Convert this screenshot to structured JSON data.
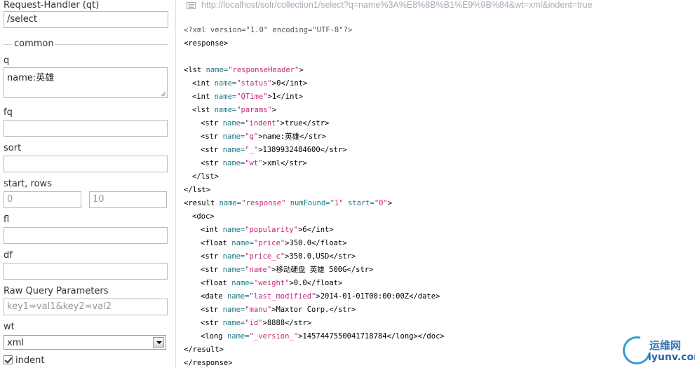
{
  "form": {
    "request_handler_label": "Request-Handler (qt)",
    "request_handler_value": "/select",
    "common_legend": "common",
    "q_label": "q",
    "q_value": "name:英雄",
    "fq_label": "fq",
    "fq_value": "",
    "sort_label": "sort",
    "sort_value": "",
    "start_rows_label": "start, rows",
    "start_placeholder": "0",
    "rows_placeholder": "10",
    "fl_label": "fl",
    "fl_value": "",
    "df_label": "df",
    "df_value": "",
    "raw_params_label": "Raw Query Parameters",
    "raw_params_placeholder": "key1=val1&key2=val2",
    "wt_label": "wt",
    "wt_value": "xml",
    "indent_label": "indent",
    "indent_checked": true
  },
  "result": {
    "url": "http://localhost/solr/collection1/select?q=name%3A%E8%8B%B1%E9%9B%84&wt=xml&indent=true",
    "xml_lines": [
      {
        "indent": 0,
        "parts": [
          [
            "pi",
            "<?xml version=\"1.0\" encoding=\"UTF-8\"?>"
          ]
        ]
      },
      {
        "indent": 0,
        "parts": [
          [
            "tg",
            "<response>"
          ]
        ]
      },
      {
        "indent": 0,
        "parts": []
      },
      {
        "indent": 0,
        "parts": [
          [
            "tg",
            "<lst "
          ],
          [
            "an",
            "name="
          ],
          [
            "av",
            "\"responseHeader\""
          ],
          [
            "tg",
            ">"
          ]
        ]
      },
      {
        "indent": 1,
        "parts": [
          [
            "tg",
            "<int "
          ],
          [
            "an",
            "name="
          ],
          [
            "av",
            "\"status\""
          ],
          [
            "tg",
            ">"
          ],
          [
            "tx",
            "0"
          ],
          [
            "tg",
            "</int>"
          ]
        ]
      },
      {
        "indent": 1,
        "parts": [
          [
            "tg",
            "<int "
          ],
          [
            "an",
            "name="
          ],
          [
            "av",
            "\"QTime\""
          ],
          [
            "tg",
            ">"
          ],
          [
            "tx",
            "1"
          ],
          [
            "tg",
            "</int>"
          ]
        ]
      },
      {
        "indent": 1,
        "parts": [
          [
            "tg",
            "<lst "
          ],
          [
            "an",
            "name="
          ],
          [
            "av",
            "\"params\""
          ],
          [
            "tg",
            ">"
          ]
        ]
      },
      {
        "indent": 2,
        "parts": [
          [
            "tg",
            "<str "
          ],
          [
            "an",
            "name="
          ],
          [
            "av",
            "\"indent\""
          ],
          [
            "tg",
            ">"
          ],
          [
            "tx",
            "true"
          ],
          [
            "tg",
            "</str>"
          ]
        ]
      },
      {
        "indent": 2,
        "parts": [
          [
            "tg",
            "<str "
          ],
          [
            "an",
            "name="
          ],
          [
            "av",
            "\"q\""
          ],
          [
            "tg",
            ">"
          ],
          [
            "tx",
            "name:英雄"
          ],
          [
            "tg",
            "</str>"
          ]
        ]
      },
      {
        "indent": 2,
        "parts": [
          [
            "tg",
            "<str "
          ],
          [
            "an",
            "name="
          ],
          [
            "av",
            "\"_\""
          ],
          [
            "tg",
            ">"
          ],
          [
            "tx",
            "1389932484600"
          ],
          [
            "tg",
            "</str>"
          ]
        ]
      },
      {
        "indent": 2,
        "parts": [
          [
            "tg",
            "<str "
          ],
          [
            "an",
            "name="
          ],
          [
            "av",
            "\"wt\""
          ],
          [
            "tg",
            ">"
          ],
          [
            "tx",
            "xml"
          ],
          [
            "tg",
            "</str>"
          ]
        ]
      },
      {
        "indent": 1,
        "parts": [
          [
            "tg",
            "</lst>"
          ]
        ]
      },
      {
        "indent": 0,
        "parts": [
          [
            "tg",
            "</lst>"
          ]
        ]
      },
      {
        "indent": 0,
        "parts": [
          [
            "tg",
            "<result "
          ],
          [
            "an",
            "name="
          ],
          [
            "av",
            "\"response\""
          ],
          [
            "tg",
            " "
          ],
          [
            "an",
            "numFound="
          ],
          [
            "av",
            "\"1\""
          ],
          [
            "tg",
            " "
          ],
          [
            "an",
            "start="
          ],
          [
            "av",
            "\"0\""
          ],
          [
            "tg",
            ">"
          ]
        ]
      },
      {
        "indent": 1,
        "parts": [
          [
            "tg",
            "<doc>"
          ]
        ]
      },
      {
        "indent": 2,
        "parts": [
          [
            "tg",
            "<int "
          ],
          [
            "an",
            "name="
          ],
          [
            "av",
            "\"popularity\""
          ],
          [
            "tg",
            ">"
          ],
          [
            "tx",
            "6"
          ],
          [
            "tg",
            "</int>"
          ]
        ]
      },
      {
        "indent": 2,
        "parts": [
          [
            "tg",
            "<float "
          ],
          [
            "an",
            "name="
          ],
          [
            "av",
            "\"price\""
          ],
          [
            "tg",
            ">"
          ],
          [
            "tx",
            "350.0"
          ],
          [
            "tg",
            "</float>"
          ]
        ]
      },
      {
        "indent": 2,
        "parts": [
          [
            "tg",
            "<str "
          ],
          [
            "an",
            "name="
          ],
          [
            "av",
            "\"price_c\""
          ],
          [
            "tg",
            ">"
          ],
          [
            "tx",
            "350.0,USD"
          ],
          [
            "tg",
            "</str>"
          ]
        ]
      },
      {
        "indent": 2,
        "parts": [
          [
            "tg",
            "<str "
          ],
          [
            "an",
            "name="
          ],
          [
            "av",
            "\"name\""
          ],
          [
            "tg",
            ">"
          ],
          [
            "tx",
            "移动硬盘 英雄 500G"
          ],
          [
            "tg",
            "</str>"
          ]
        ]
      },
      {
        "indent": 2,
        "parts": [
          [
            "tg",
            "<float "
          ],
          [
            "an",
            "name="
          ],
          [
            "av",
            "\"weight\""
          ],
          [
            "tg",
            ">"
          ],
          [
            "tx",
            "0.0"
          ],
          [
            "tg",
            "</float>"
          ]
        ]
      },
      {
        "indent": 2,
        "parts": [
          [
            "tg",
            "<date "
          ],
          [
            "an",
            "name="
          ],
          [
            "av",
            "\"last_modified\""
          ],
          [
            "tg",
            ">"
          ],
          [
            "tx",
            "2014-01-01T00:00:00Z"
          ],
          [
            "tg",
            "</date>"
          ]
        ]
      },
      {
        "indent": 2,
        "parts": [
          [
            "tg",
            "<str "
          ],
          [
            "an",
            "name="
          ],
          [
            "av",
            "\"manu\""
          ],
          [
            "tg",
            ">"
          ],
          [
            "tx",
            "Maxtor Corp."
          ],
          [
            "tg",
            "</str>"
          ]
        ]
      },
      {
        "indent": 2,
        "parts": [
          [
            "tg",
            "<str "
          ],
          [
            "an",
            "name="
          ],
          [
            "av",
            "\"id\""
          ],
          [
            "tg",
            ">"
          ],
          [
            "tx",
            "8888"
          ],
          [
            "tg",
            "</str>"
          ]
        ]
      },
      {
        "indent": 2,
        "parts": [
          [
            "tg",
            "<long "
          ],
          [
            "an",
            "name="
          ],
          [
            "av",
            "\"_version_\""
          ],
          [
            "tg",
            ">"
          ],
          [
            "tx",
            "1457447550041718784"
          ],
          [
            "tg",
            "</long></doc>"
          ]
        ]
      },
      {
        "indent": 0,
        "parts": [
          [
            "tg",
            "</result>"
          ]
        ]
      },
      {
        "indent": 0,
        "parts": [
          [
            "tg",
            "</response>"
          ]
        ]
      }
    ]
  },
  "watermark": {
    "line1": "运维网",
    "line2": "iyunv.com"
  }
}
